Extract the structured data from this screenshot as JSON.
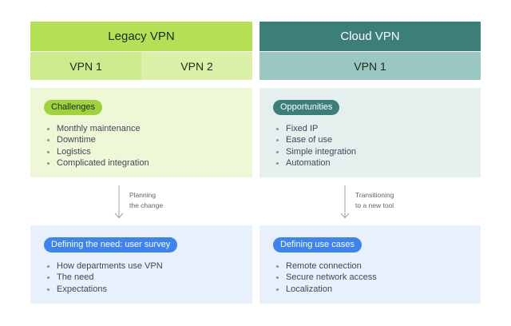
{
  "legacy": {
    "title": "Legacy VPN",
    "sub": [
      "VPN 1",
      "VPN 2"
    ],
    "challenges": {
      "label": "Challenges",
      "items": [
        "Monthly maintenance",
        "Downtime",
        "Logistics",
        "Complicated integration"
      ]
    },
    "transition": {
      "line1": "Planning",
      "line2": "the change"
    },
    "need": {
      "label": "Defining the need: user survey",
      "items": [
        "How departments use VPN",
        "The need",
        "Expectations"
      ]
    }
  },
  "cloud": {
    "title": "Cloud VPN",
    "sub": [
      "VPN 1"
    ],
    "opportunities": {
      "label": "Opportunities",
      "items": [
        "Fixed IP",
        "Ease of use",
        "Simple integration",
        "Automation"
      ]
    },
    "transition": {
      "line1": "Transitioning",
      "line2": "to a new tool"
    },
    "usecases": {
      "label": "Defining use cases",
      "items": [
        "Remote connection",
        "Secure network access",
        "Localization"
      ]
    }
  },
  "colors": {
    "legacy_header": "#b5df55",
    "cloud_header": "#3c7f78",
    "pill_blue": "#3d84f0"
  }
}
